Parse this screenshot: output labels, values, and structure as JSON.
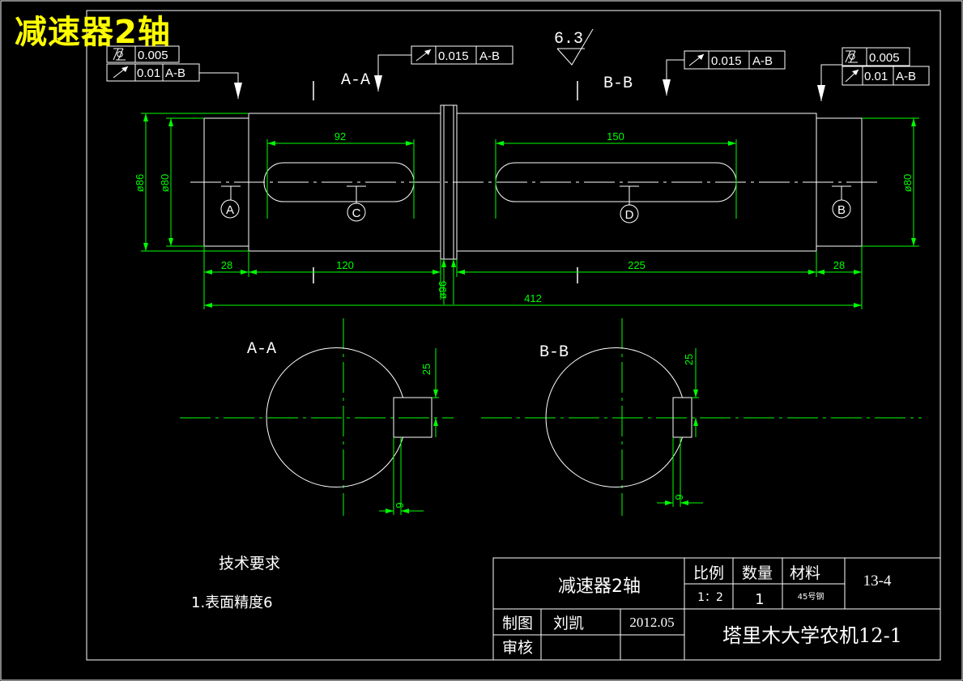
{
  "title": "减速器2轴",
  "colors": {
    "background": "#000000",
    "geometry": "#ffffff",
    "dimension": "#00ff00",
    "title": "#ffff00"
  },
  "surface_roughness": "6.3",
  "tolerance_frames": {
    "left": [
      {
        "symbol": "cylindricity",
        "value": "0.005",
        "datum": ""
      },
      {
        "symbol": "circular-runout",
        "value": "0.01",
        "datum": "A-B"
      }
    ],
    "center_left": {
      "symbol": "circular-runout",
      "value": "0.015",
      "datum": "A-B"
    },
    "center_right": {
      "symbol": "circular-runout",
      "value": "0.015",
      "datum": "A-B"
    },
    "right": [
      {
        "symbol": "cylindricity",
        "value": "0.005",
        "datum": ""
      },
      {
        "symbol": "circular-runout",
        "value": "0.01",
        "datum": "A-B"
      }
    ]
  },
  "section_labels": {
    "aa": "A-A",
    "bb": "B-B"
  },
  "datum_labels": [
    "A",
    "C",
    "D",
    "B"
  ],
  "dimensions": {
    "keyway_left": "92",
    "keyway_right": "150",
    "dia_86": "ø86",
    "dia_80_left": "ø80",
    "dia_80_right": "ø80",
    "dia_96": "ø96",
    "len_left": "28",
    "len_120": "120",
    "len_225": "225",
    "len_right": "28",
    "total": "412",
    "aa_depth": "25",
    "aa_width": "9",
    "bb_depth": "25",
    "bb_width": "9"
  },
  "tech_requirements": {
    "heading": "技术要求",
    "item1": "1.表面精度6"
  },
  "title_block": {
    "part_name": "减速器2轴",
    "scale_label": "比例",
    "qty_label": "数量",
    "material_label": "材料",
    "scale_value": "1：2",
    "qty_value": "1",
    "material_value": "45号钢",
    "drawing_no": "13-4",
    "drawn_label": "制图",
    "drawn_by": "刘凯",
    "date": "2012.05",
    "check_label": "审核",
    "school": "塔里木大学农机12-1"
  }
}
